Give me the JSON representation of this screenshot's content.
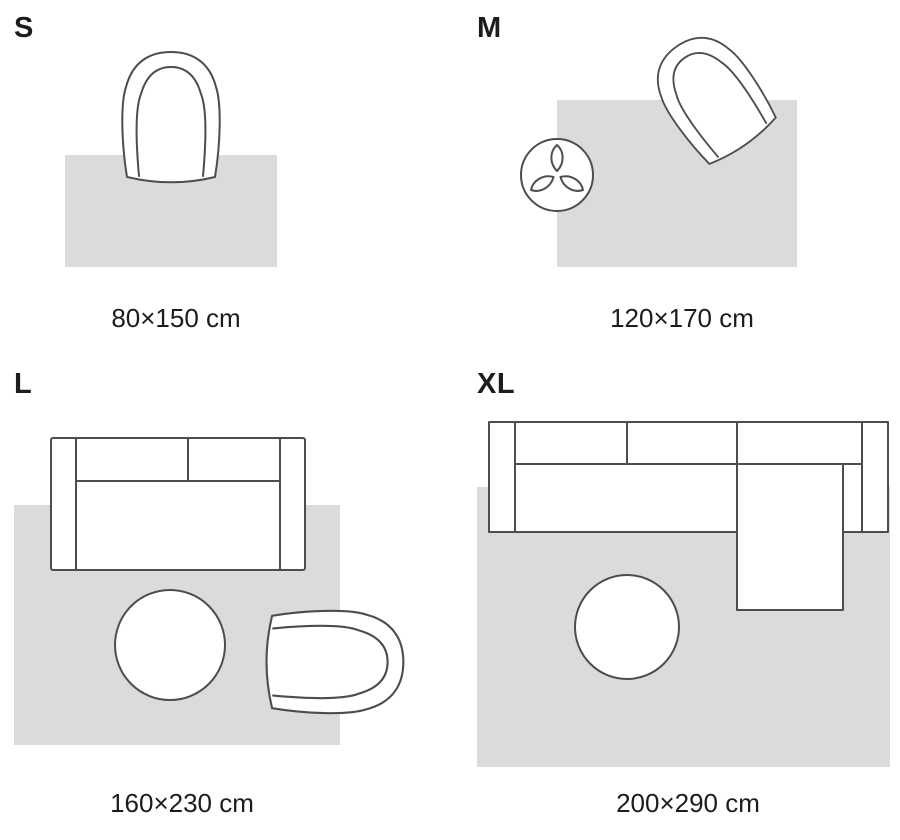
{
  "page": {
    "background": "#ffffff"
  },
  "colors": {
    "rug_fill": "#dbdbdb",
    "furniture_fill": "#ffffff",
    "furniture_stroke": "#4d4d4d",
    "text_color": "#1c1c1c"
  },
  "sizes": [
    {
      "letter": "S",
      "dimensions": "80×150 cm",
      "items": [
        "rug",
        "chair"
      ]
    },
    {
      "letter": "M",
      "dimensions": "120×170 cm",
      "items": [
        "rug",
        "chair",
        "plant"
      ]
    },
    {
      "letter": "L",
      "dimensions": "160×230 cm",
      "items": [
        "rug",
        "sofa",
        "coffee-table",
        "armchair"
      ]
    },
    {
      "letter": "XL",
      "dimensions": "200×290 cm",
      "items": [
        "rug",
        "sectional-sofa",
        "coffee-table"
      ]
    }
  ]
}
